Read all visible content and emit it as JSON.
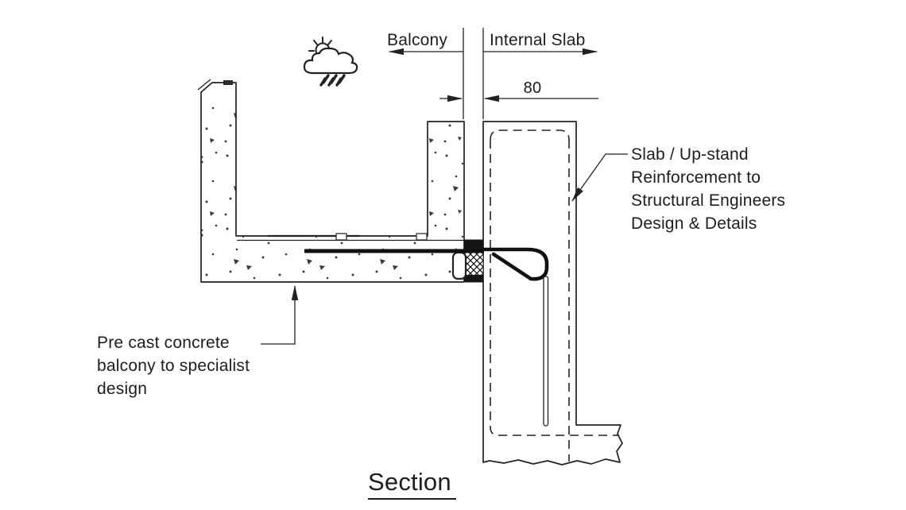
{
  "page": {
    "background": "#ffffff",
    "ink": "#222222"
  },
  "annotations": {
    "balcony_zone_label": "Balcony",
    "internal_slab_zone_label": "Internal Slab",
    "joint_dimension_mm": "80",
    "precast_note": "Pre cast concrete\nbalcony to specialist\ndesign",
    "reinforcement_note": "Slab / Up-stand\nReinforcement to\nStructural Engineers\nDesign & Details",
    "view_title": "Section"
  },
  "icons": {
    "weather": "sun-cloud-rain-icon"
  }
}
